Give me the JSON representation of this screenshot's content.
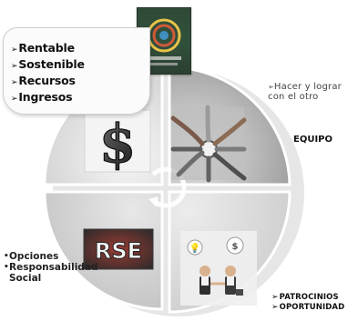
{
  "quadrants": {
    "top_left": {
      "items": [
        "Rentable",
        "Sostenible",
        "Recursos",
        "Ingresos"
      ],
      "icon": "dollar-icon"
    },
    "top_right": {
      "text": "Hacer y lograr con el otro",
      "label": "EQUIPO",
      "icon": "joined-hands-icon"
    },
    "bottom_left": {
      "items": [
        "Opciones",
        "Responsabilidad Social"
      ],
      "icon_text": "RSE"
    },
    "bottom_right": {
      "items": [
        "PATROCINIOS",
        "OPORTUNIDAD"
      ],
      "icon": "handshake-icon"
    }
  },
  "colors": {
    "wheel_light": "#e9e9e9",
    "wheel_dark": "#bdbdbd",
    "logo_green": "#31513c",
    "accent_rse_bg": "#2f6c2f"
  }
}
